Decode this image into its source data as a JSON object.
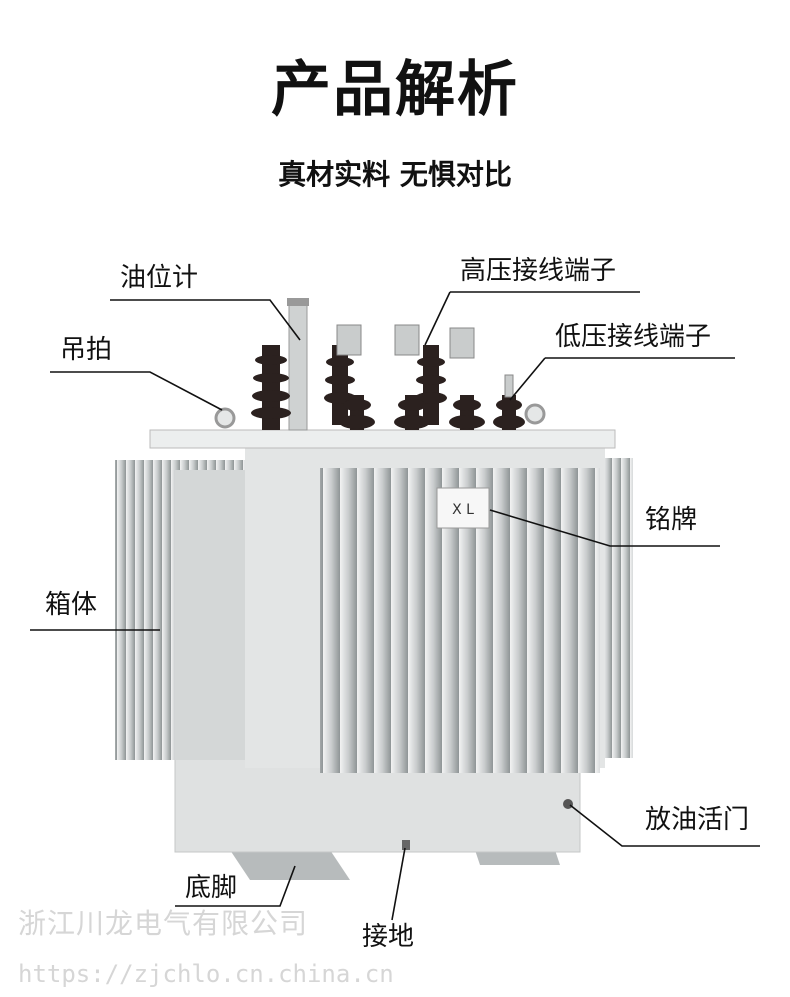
{
  "header": {
    "title": "产品解析",
    "subtitle": "真材实料 无惧对比"
  },
  "labels": {
    "oil_gauge": "油位计",
    "lifting_lug": "吊拍",
    "hv_terminal": "高压接线端子",
    "lv_terminal": "低压接线端子",
    "nameplate": "铭牌",
    "tank": "箱体",
    "drain_valve": "放油活门",
    "base_foot": "底脚",
    "grounding": "接地"
  },
  "nameplate_text": "X L",
  "watermark": {
    "company": "浙江川龙电气有限公司",
    "url": "https://zjchlo.cn.china.cn"
  },
  "colors": {
    "body": "#d9dcdc",
    "fin_dark": "#9ea3a4",
    "bushing": "#2b211f",
    "text": "#111111"
  }
}
